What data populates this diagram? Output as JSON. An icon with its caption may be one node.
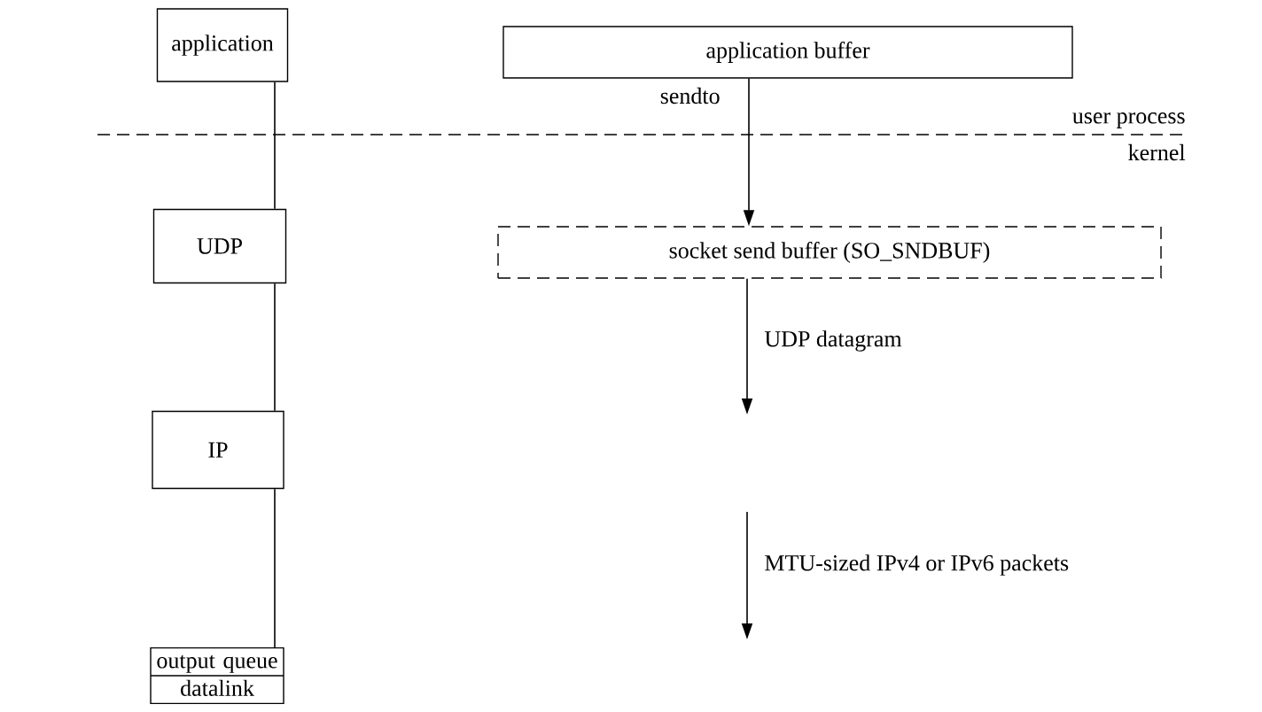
{
  "diagram": {
    "nodes": [
      {
        "text": [
          "application"
        ]
      },
      {
        "text": [
          "UDP"
        ]
      },
      {
        "text": [
          "IP"
        ]
      },
      {
        "text": [
          "output queue",
          "datalink"
        ]
      },
      {
        "text": [
          "application buffer"
        ]
      },
      {
        "text": [
          "socket send buffer (SO_SNDBUF)"
        ]
      }
    ],
    "edges": [
      {
        "from": 0,
        "to": 1,
        "arrow": "none"
      },
      {
        "from": 1,
        "to": 2,
        "arrow": "none"
      },
      {
        "from": 2,
        "to": 3,
        "arrow": "none"
      },
      {
        "from": 4,
        "to": 5,
        "arrow": "to",
        "label": "sendto"
      },
      {
        "from": 5,
        "to": null,
        "arrow": "to",
        "label": "UDP datagram"
      }
    ],
    "labels": [
      "user process",
      "kernel",
      "MTU-sized IPv4 or IPv6 packets"
    ]
  }
}
